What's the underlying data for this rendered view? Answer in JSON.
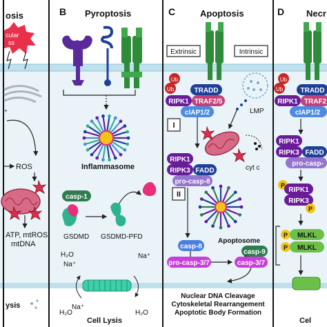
{
  "panels": {
    "a": {
      "title": "osis",
      "stress": "cular\nss",
      "ros": "ROS",
      "atp": "ATP, mtROS,",
      "mtdna": "mtDNA",
      "lysis": "ysis"
    },
    "b": {
      "letter": "B",
      "title": "Pyroptosis",
      "inflammasome": "Inflammasome",
      "casp1": "casp-1",
      "gsdmd": "GSDMD",
      "gsdmd_pfd": "GSDMD-PFD",
      "h2o": "H₂O",
      "na": "Na⁺",
      "cell_lysis": "Cell Lysis"
    },
    "c": {
      "letter": "C",
      "title": "Apoptosis",
      "extrinsic": "Extrinsic",
      "intrinsic": "Intrinsic",
      "ub": "Ub",
      "tradd": "TRADD",
      "ripk1": "RIPK1",
      "traf": "TRAF2/5",
      "ciap": "cIAP1/2",
      "lmp": "LMP",
      "roman1": "I",
      "roman2": "II",
      "ripk3": "RIPK3",
      "fadd": "FADD",
      "procasp8": "pro-casp-8",
      "cytc": "cyt c",
      "apoptosome": "Apoptosome",
      "casp8": "casp-8",
      "casp9": "casp-9",
      "procasp37": "pro-casp-3/7",
      "casp37": "casp-3/7",
      "outcome1": "Nuclear DNA Cleavage",
      "outcome2": "Cytoskeletal Rearrangement",
      "outcome3": "Apoptotic Body Formation"
    },
    "d": {
      "letter": "D",
      "title": "Necr",
      "ub": "Ub",
      "tradd": "TRADD",
      "ripk1": "RIPK1",
      "traf": "TRAF2",
      "ciap": "cIAP1/2",
      "ripk1b": "RIPK1",
      "ripk3": "RIPK3",
      "fadd": "FADD",
      "procasp": "pro-casp-",
      "p": "P",
      "ripk1c": "RIPK1",
      "ripk3c": "RIPK3",
      "mlkl": "MLKL",
      "cel": "Cel"
    }
  },
  "colors": {
    "cyto": "#eaf4f8",
    "membrane": "#bfe0ec",
    "ub": "#c62828",
    "tradd": "#1e3f99",
    "ripk1": "#6a1b9a",
    "traf": "#c2417a",
    "ciap": "#4d8be0",
    "fadd": "#1e3f99",
    "pro": "#9575cd",
    "casp_purple": "#c83fd9",
    "casp_blue": "#4a7fe0",
    "casp_green": "#2e7d4f",
    "gsdmd": "#2fb28f",
    "receptor": "#2e8b3a",
    "mlkl": "#6cc04a",
    "phospho": "#f2c318",
    "star": "#d9304a"
  }
}
